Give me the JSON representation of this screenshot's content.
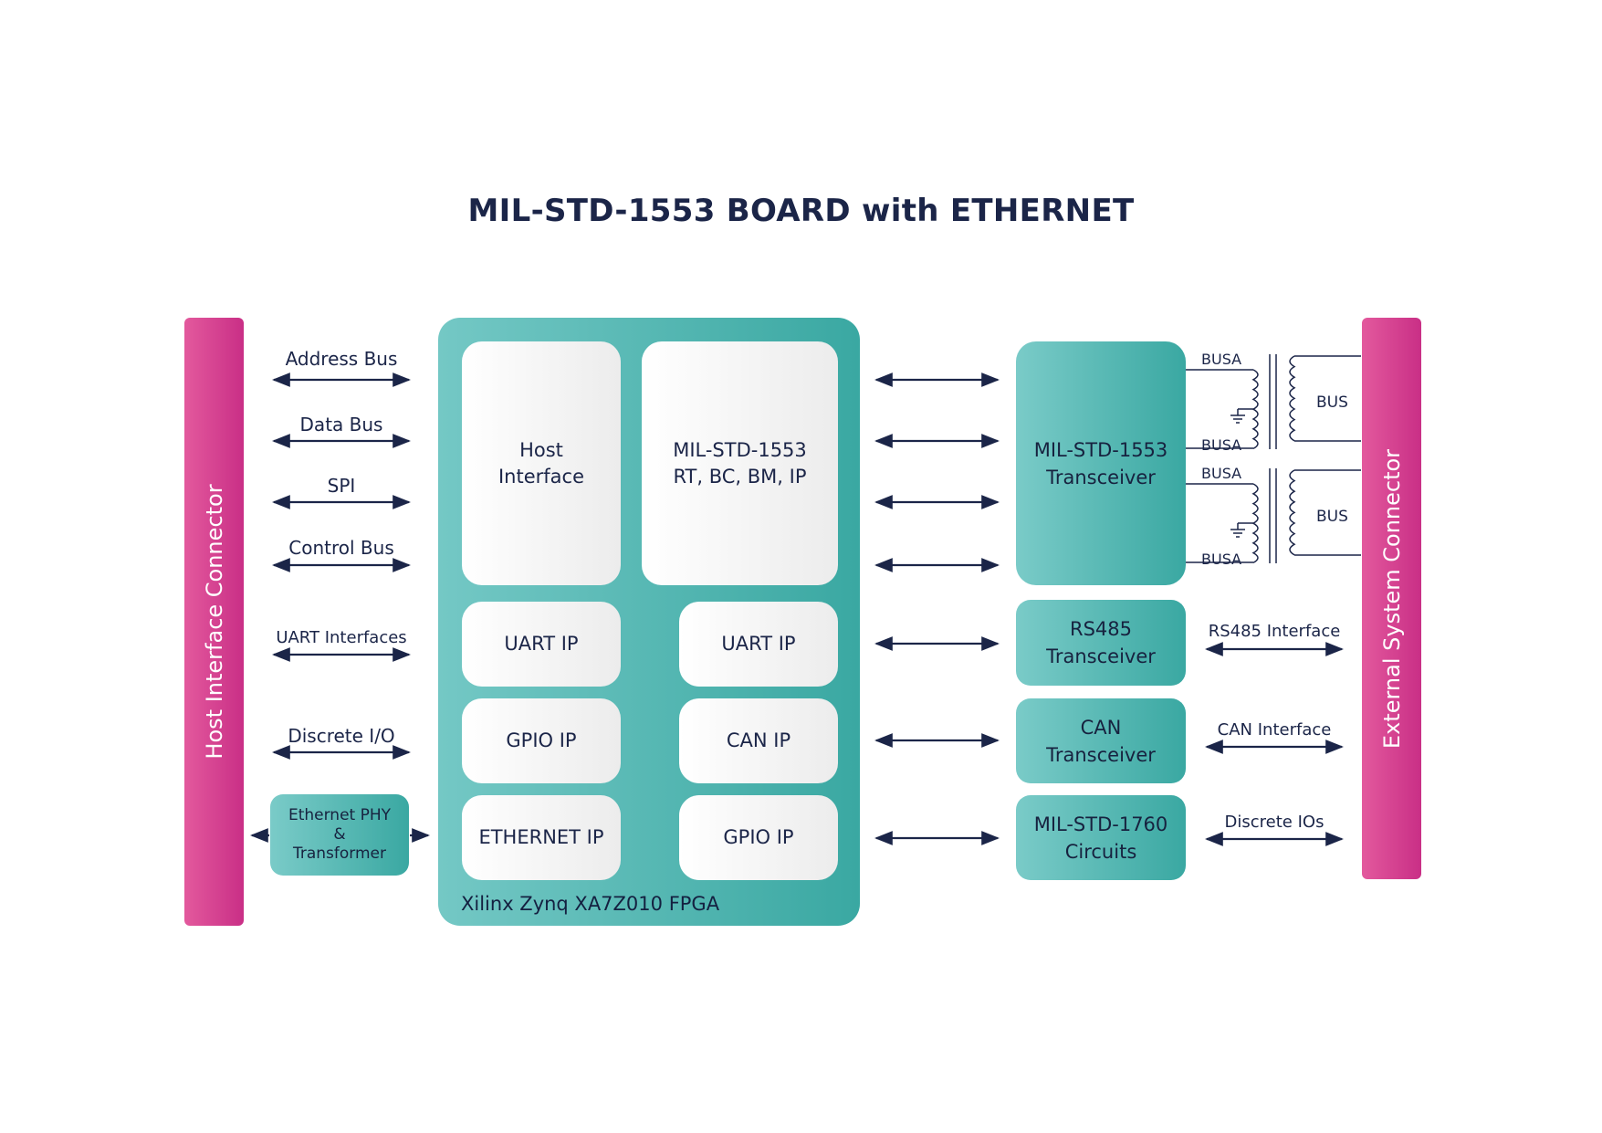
{
  "title": "MIL-STD-1553 BOARD with ETHERNET",
  "connectors": {
    "host": "Host Interface Connector",
    "external": "External System Connector"
  },
  "host_signals": [
    "Address Bus",
    "Data Bus",
    "SPI",
    "Control Bus",
    "UART Interfaces",
    "Discrete I/O"
  ],
  "ethernet_phy": [
    "Ethernet PHY",
    "&",
    "Transformer"
  ],
  "fpga": {
    "label": "Xilinx Zynq XA7Z010 FPGA",
    "host_interface": [
      "Host",
      "Interface"
    ],
    "mil_core": [
      "MIL-STD-1553",
      "RT, BC, BM, IP"
    ],
    "uart_left": "UART IP",
    "uart_right": "UART IP",
    "gpio_left": "GPIO IP",
    "can_ip": "CAN IP",
    "ethernet_ip": "ETHERNET IP",
    "gpio_right": "GPIO IP"
  },
  "transceivers": {
    "mil1553": [
      "MIL-STD-1553",
      "Transceiver"
    ],
    "rs485": [
      "RS485",
      "Transceiver"
    ],
    "can": [
      "CAN",
      "Transceiver"
    ],
    "mil1760": [
      "MIL-STD-1760",
      "Circuits"
    ]
  },
  "bus_labels": {
    "busa_1": "BUSA",
    "busa_2": "BUSA",
    "busa_3": "BUSA",
    "busa_4": "BUSA",
    "bus_1": "BUS",
    "bus_2": "BUS"
  },
  "external_signals": {
    "rs485": "RS485 Interface",
    "can": "CAN Interface",
    "discrete": "Discrete IOs"
  }
}
